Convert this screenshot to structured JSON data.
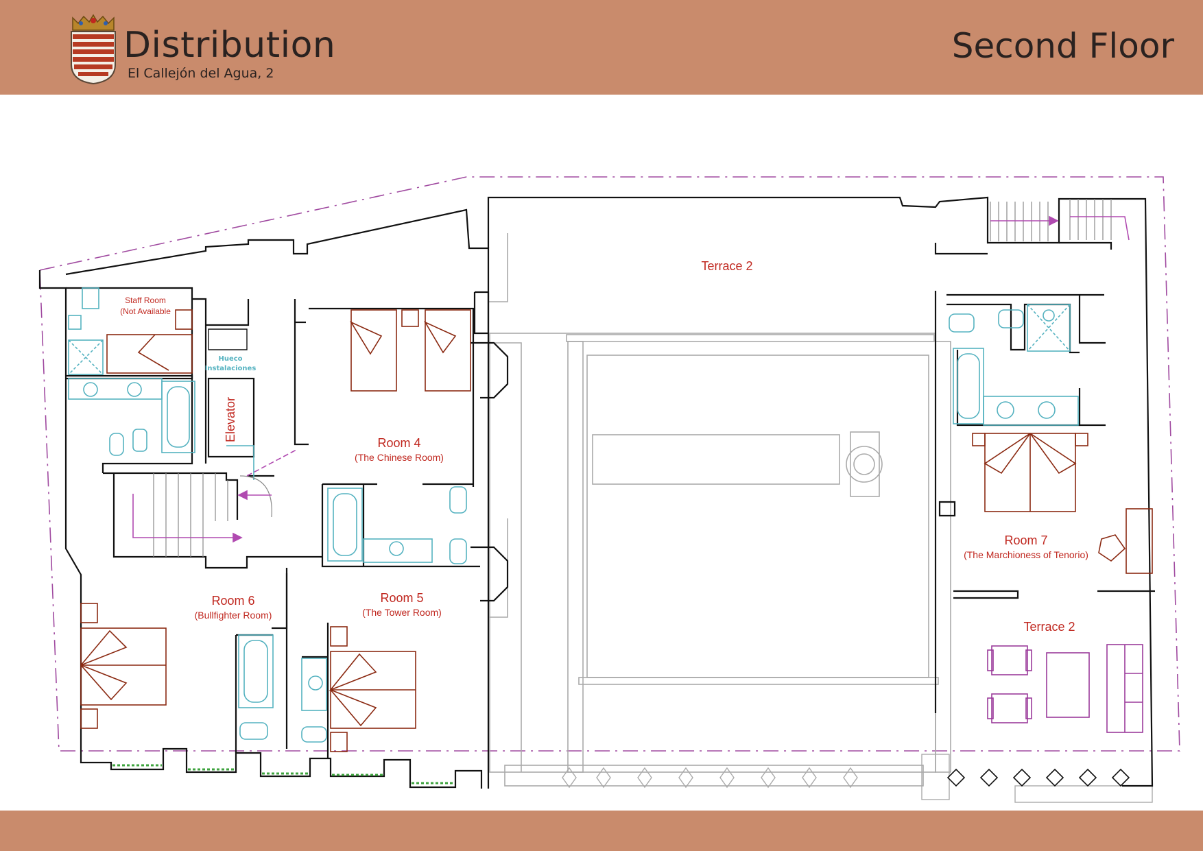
{
  "header": {
    "title": "Distribution",
    "subtitle": "El Callejón del Agua, 2",
    "floor": "Second Floor"
  },
  "colors": {
    "band": "#c98b6c",
    "label_red": "#c0271f",
    "fixture_cyan": "#54b2c0",
    "furniture_brown": "#8b2a12",
    "terrace_purple": "#9b3b9b",
    "boundary_purple": "#a04aa0",
    "wall": "#111111",
    "courtyard_grey": "#aaaaaa"
  },
  "icons": {
    "crest": "coat-of-arms-icon"
  },
  "rooms": {
    "terrace_top": "Terrace 2",
    "staff_1": "Staff Room",
    "staff_2": "(Not Available",
    "hueco_1": "Hueco",
    "hueco_2": "Instalaciones",
    "elevator": "Elevator",
    "room4_name": "Room 4",
    "room4_sub": "(The Chinese Room)",
    "room5_name": "Room 5",
    "room5_sub": "(The Tower Room)",
    "room6_name": "Room 6",
    "room6_sub": "(Bullfighter Room)",
    "room7_name": "Room  7",
    "room7_sub": "(The Marchioness of Tenorio)",
    "terrace_bottom": "Terrace 2"
  }
}
